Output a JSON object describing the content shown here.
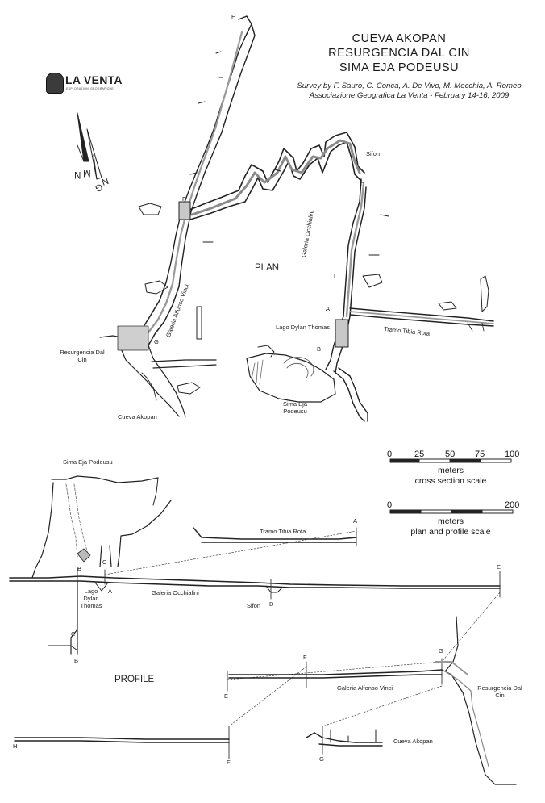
{
  "header": {
    "title_lines": [
      "CUEVA AKOPAN",
      "RESURGENCIA DAL CIN",
      "SIMA EJA PODEUSU"
    ],
    "credits": [
      "Survey by F. Sauro, C. Conca, A. De Vivo, M. Mecchia, A. Romeo",
      "Associazione Geografica La Venta - February 14-16, 2009"
    ]
  },
  "logo": {
    "name": "LA VENTA",
    "subtitle": "ESPLORAZIONI GEOGRAFICHE"
  },
  "north_arrow": {
    "letters": [
      "N",
      "G",
      "N",
      "M"
    ]
  },
  "plan": {
    "view_label": "PLAN",
    "station_letters": [
      "H",
      "F",
      "G",
      "L",
      "A",
      "B",
      "L",
      "D"
    ],
    "labels": {
      "sifon": "Sifon",
      "galeria_occhialini": "Galeria Occhialini",
      "galeria_alfonso_vinci": "Galeria Alfonso Vinci",
      "lago_dylan_thomas": "Lago Dylan Thomas",
      "tramo_tibia_rota": "Tramo Tibia Rota",
      "resurgencia_dal_cin": "Resurgencia Dal Cin",
      "cueva_akopan": "Cueva Akopan",
      "sima_eja_podeusu": "Sima Eja Podeusu"
    }
  },
  "scales": {
    "cross_section": {
      "ticks": [
        "0",
        "25",
        "50",
        "75",
        "100"
      ],
      "unit": "meters",
      "caption": "cross section scale"
    },
    "plan_profile": {
      "ticks": [
        "0",
        "200"
      ],
      "unit": "meters",
      "caption": "plan and profile scale"
    }
  },
  "profile": {
    "view_label": "PROFILE",
    "labels": {
      "sima_eja_podeusu": "Sima Eja Podeusu",
      "tramo_tibia_rota": "Tramo Tibia Rota",
      "galeria_occhialini": "Galeria Occhialini",
      "lago_dylan_thomas": "Lago Dylan Thomas",
      "sifon": "Sifon",
      "galeria_alfonso_vinci": "Galeria Alfonso Vinci",
      "resurgencia_dal_cin": "Resurgencia Dal Cin",
      "cueva_akopan": "Cueva Akopan"
    },
    "stations": {
      "a_upper": "A",
      "b_upper": "B",
      "c_upper": "C",
      "a_lower": "A",
      "c_lower": "C",
      "b_lower": "B",
      "d": "D",
      "e_right": "E",
      "e_left": "E",
      "f_upper": "F",
      "f_lower": "F",
      "g_upper": "G",
      "g_lower": "G",
      "h": "H"
    }
  },
  "colors": {
    "ink": "#1a1a1a",
    "fill": "#bdbdbd",
    "line": "#222222"
  }
}
